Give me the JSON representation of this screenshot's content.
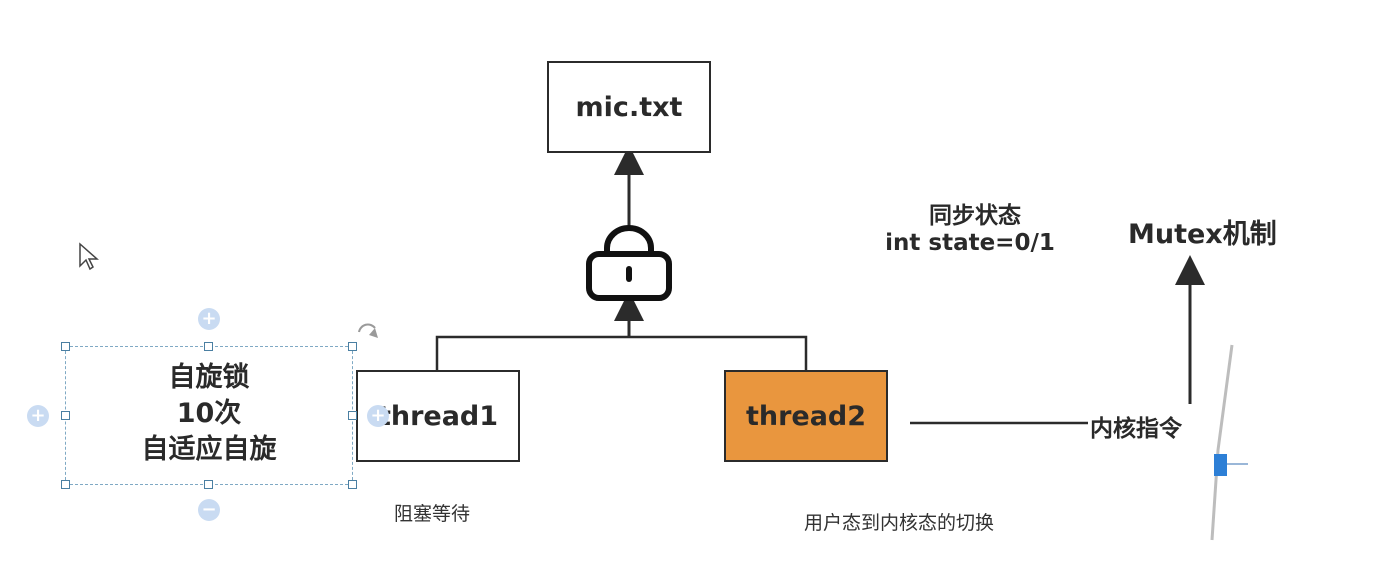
{
  "diagram": {
    "file_label": "mic.txt",
    "thread1_label": "thread1",
    "thread2_label": "thread2",
    "sync_title": "同步状态",
    "sync_state": "int state=0/1",
    "mutex_label": "Mutex机制",
    "kernel_instruction": "内核指令",
    "blocking_wait": "阻塞等待",
    "mode_switch": "用户态到内核态的切换",
    "spin_lines": [
      "自旋锁",
      "10次",
      "自适应自旋"
    ]
  },
  "colors": {
    "thread2_fill": "#e9963e",
    "selection": "#7fa9c4",
    "line": "#2b2b2b"
  },
  "icons": [
    "lock-icon",
    "mouse-cursor-icon",
    "rotate-handle-icon",
    "add-connector-icon"
  ]
}
